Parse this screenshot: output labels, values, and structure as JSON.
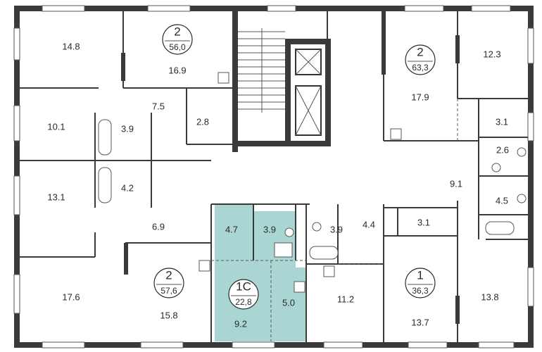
{
  "rooms": {
    "r1": "14.8",
    "r2": "16.9",
    "r3": "7.5",
    "r4": "2.8",
    "r5": "10.1",
    "r6": "3.9",
    "r7": "4.2",
    "r8": "13.1",
    "r9": "6.9",
    "r10": "17.6",
    "r11": "15.8",
    "r12": "4.7",
    "r13": "3.9",
    "r14": "9.2",
    "r15": "5.0",
    "r16": "3.9",
    "r17": "4.4",
    "r18": "11.2",
    "r19": "3.1",
    "r20": "13.7",
    "r21": "13.8",
    "r22": "17.9",
    "r23": "12.3",
    "r24": "3.1",
    "r25": "2.6",
    "r26": "9.1",
    "r27": "4.5"
  },
  "apartments": [
    {
      "rooms": "2",
      "area": "56,0"
    },
    {
      "rooms": "2",
      "area": "63,3"
    },
    {
      "rooms": "2",
      "area": "57,6"
    },
    {
      "rooms": "1C",
      "area": "22,8"
    },
    {
      "rooms": "1",
      "area": "36,3"
    }
  ],
  "colors": {
    "highlight": "#a9d6d3",
    "wall": "#3a3a3a",
    "background": "#ffffff"
  }
}
